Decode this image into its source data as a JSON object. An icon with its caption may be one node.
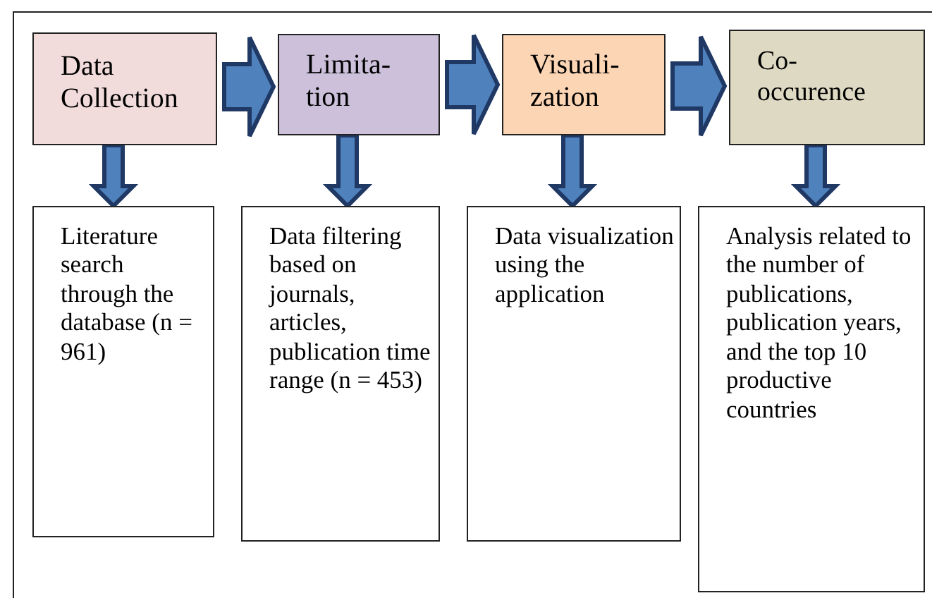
{
  "diagram": {
    "nodes": [
      {
        "text": [
          "Data Collection"
        ]
      },
      {
        "text": [
          "Limita- tion"
        ]
      },
      {
        "text": [
          "Visuali- zation"
        ]
      },
      {
        "text": [
          "Co- occurence"
        ]
      },
      {
        "text": [
          "Literature search through the database (n = 961)"
        ]
      },
      {
        "text": [
          "Data filtering based on journals, articles, publication time range (n = 453)"
        ]
      },
      {
        "text": [
          "Data visualization using the application"
        ]
      },
      {
        "text": [
          "Analysis related to the number of publications, publication years, and the top 10 productive countries"
        ]
      }
    ],
    "edges": [
      {
        "from": 0,
        "to": 1,
        "arrow": "to"
      },
      {
        "from": 1,
        "to": 2,
        "arrow": "to"
      },
      {
        "from": 2,
        "to": 3,
        "arrow": "to"
      },
      {
        "from": 0,
        "to": 4,
        "arrow": "to"
      },
      {
        "from": 1,
        "to": 5,
        "arrow": "to"
      },
      {
        "from": 2,
        "to": 6,
        "arrow": "to"
      },
      {
        "from": 3,
        "to": 7,
        "arrow": "to"
      }
    ]
  }
}
